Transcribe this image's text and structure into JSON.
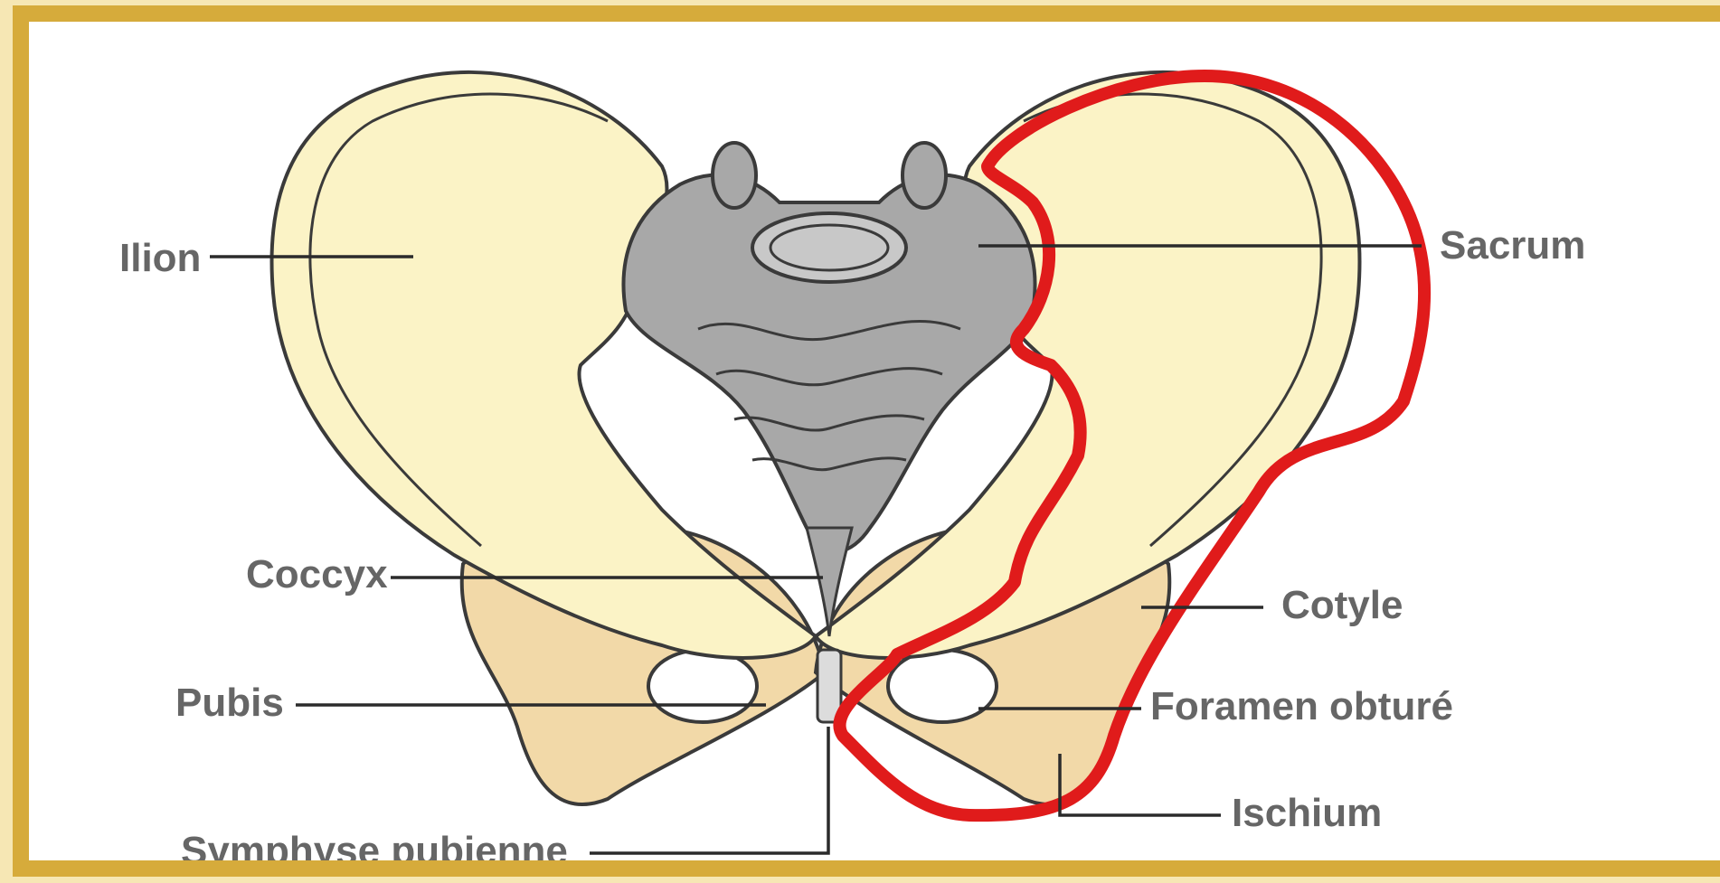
{
  "labels": {
    "ilion": "Ilion",
    "sacrum": "Sacrum",
    "coccyx": "Coccyx",
    "cotyle": "Cotyle",
    "pubis": "Pubis",
    "foramen": "Foramen obturé",
    "ischium": "Ischium",
    "symphyse": "Symphyse pubienne"
  },
  "colors": {
    "frame": "#d6ab3b",
    "bone": "#fbf3c6",
    "bone_dark": "#f2d9a8",
    "sacrum": "#a8a8a8",
    "outline": "#3a3a3a",
    "highlight": "#e01b1b",
    "label_text": "#666666"
  }
}
